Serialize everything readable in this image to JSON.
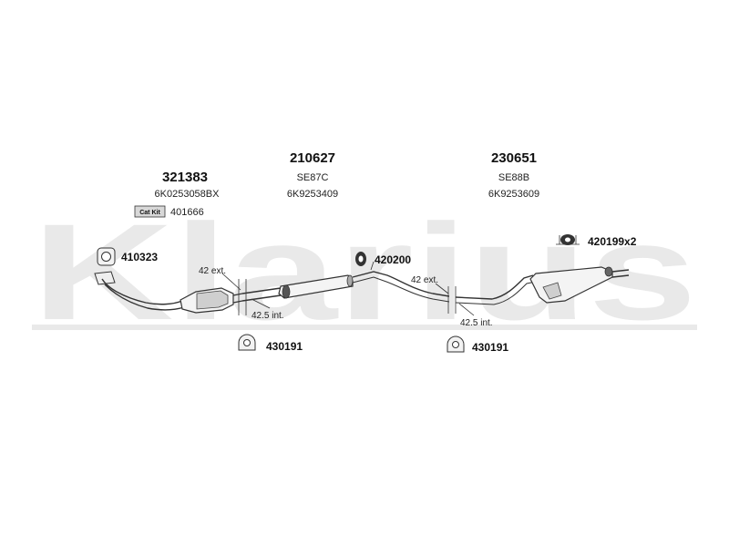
{
  "watermark": "Klarius",
  "parts": {
    "front_pipe": {
      "number": "321383",
      "ref": "6K0253058BX"
    },
    "cat_kit": {
      "badge": "Cat Kit",
      "number": "401666"
    },
    "gasket": {
      "number": "410323"
    },
    "middle": {
      "number": "210627",
      "code": "SE87C",
      "ref": "6K9253409"
    },
    "rear": {
      "number": "230651",
      "code": "SE88B",
      "ref": "6K9253609"
    },
    "rubber_mount": {
      "number": "420200"
    },
    "hanger": {
      "number": "420199x2"
    },
    "clamp_left": {
      "number": "430191"
    },
    "clamp_right": {
      "number": "430191"
    }
  },
  "notes": {
    "ext_left": "42 ext.",
    "int_left": "42.5 int.",
    "ext_right": "42 ext.",
    "int_right": "42.5 int."
  }
}
